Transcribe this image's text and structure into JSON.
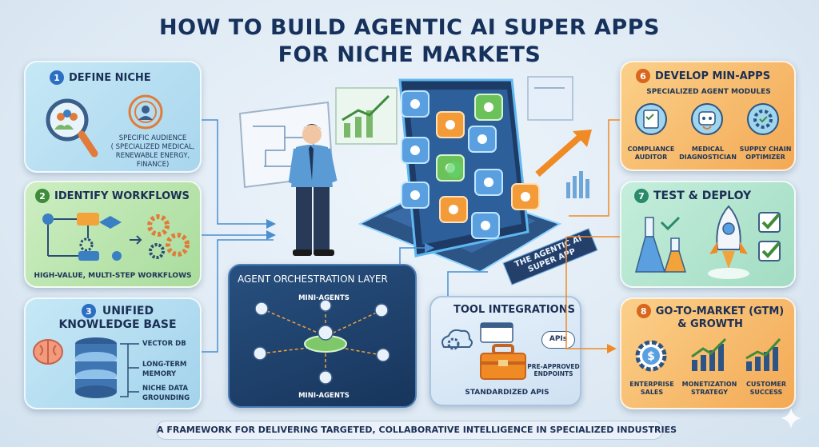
{
  "title": {
    "line1": "HOW TO BUILD AGENTIC AI SUPER APPS",
    "line2": "FOR NICHE MARKETS"
  },
  "steps": {
    "s1": {
      "num": "1",
      "title": "DEFINE NICHE",
      "desc_line1": "SPECIFIC AUDIENCE",
      "desc_line2": "( SPECIALIZED MEDICAL,",
      "desc_line3": "RENEWABLE ENERGY,",
      "desc_line4": "FINANCE)"
    },
    "s2": {
      "num": "2",
      "title": "IDENTIFY WORKFLOWS",
      "desc": "HIGH-VALUE, MULTI-STEP WORKFLOWS"
    },
    "s3": {
      "num": "3",
      "title_line1": "UNIFIED",
      "title_line2": "KNOWLEDGE BASE",
      "items": [
        "VECTOR DB",
        "LONG-TERM",
        "MEMORY",
        "NICHE DATA",
        "GROUNDING"
      ]
    },
    "s6": {
      "num": "6",
      "title": "DEVELOP MIN-APPS",
      "subtitle": "SPECIALIZED AGENT MODULES",
      "modules": [
        {
          "line1": "COMPLIANCE",
          "line2": "AUDITOR"
        },
        {
          "line1": "MEDICAL",
          "line2": "DIAGNOSTICIAN"
        },
        {
          "line1": "SUPPLY CHAIN",
          "line2": "OPTIMIZER"
        }
      ]
    },
    "s7": {
      "num": "7",
      "title": "TEST & DEPLOY"
    },
    "s8": {
      "num": "8",
      "title_line1": "GO-TO-MARKET (GTM)",
      "title_line2": "& GROWTH",
      "items": [
        {
          "line1": "ENTERPRISE",
          "line2": "SALES"
        },
        {
          "line1": "MONETIZATION",
          "line2": "STRATEGY"
        },
        {
          "line1": "CUSTOMER",
          "line2": "SUCCESS"
        }
      ]
    }
  },
  "orchestration": {
    "title": "AGENT ORCHESTRATION LAYER",
    "top_label": "MINI-AGENTS",
    "bottom_label": "MINI-AGENTS"
  },
  "tools": {
    "title": "TOOL INTEGRATIONS",
    "apis": "APIs",
    "endpoints_line1": "PRE-APPROVED",
    "endpoints_line2": "ENDPOINTS",
    "bottom": "STANDARDIZED APIS"
  },
  "superapp": {
    "line1": "THE AGENTIC AI",
    "line2": "SUPER APP"
  },
  "footer": "A FRAMEWORK FOR DELIVERING TARGETED, COLLABORATIVE INTELLIGENCE IN SPECIALIZED INDUSTRIES",
  "colors": {
    "blue_card": "#bfe3f3",
    "green_card": "#c9ecc6",
    "orange_card": "#f9c77d",
    "teal_card": "#b7e8d6",
    "dark_card": "#1f3d66",
    "accent_orange": "#f08a24"
  }
}
